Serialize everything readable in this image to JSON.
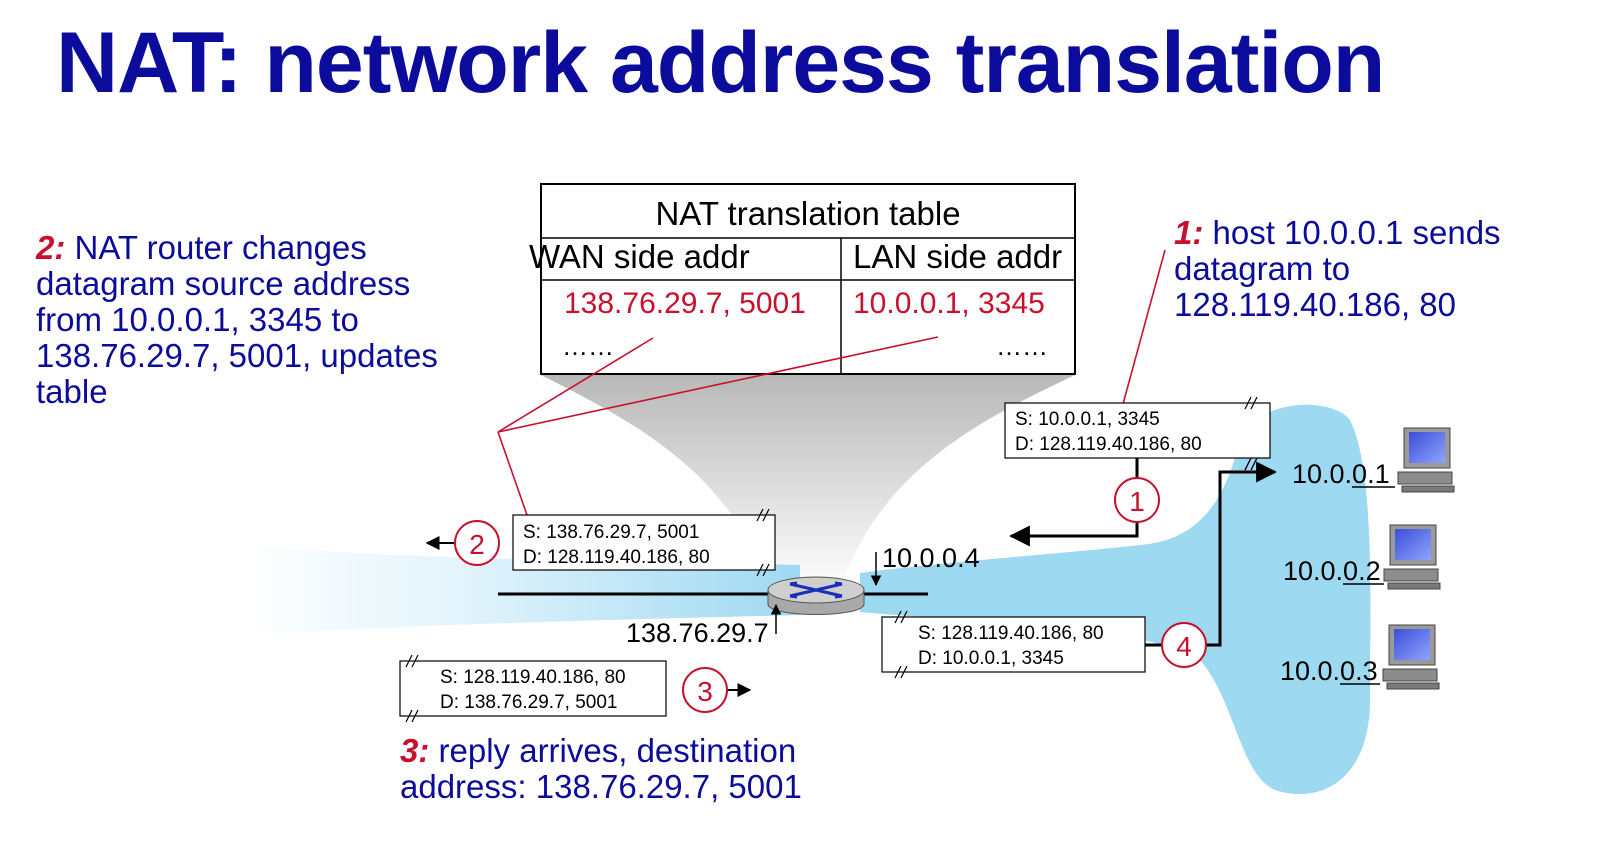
{
  "title": "NAT: network address translation",
  "colors": {
    "title": "#0b0b9c",
    "step_number": "#c8102e",
    "network_blue": "#9ed9f2",
    "table_red": "#c8102e"
  },
  "table": {
    "title": "NAT translation table",
    "headers": [
      "WAN side addr",
      "LAN side addr"
    ],
    "rows": [
      {
        "wan": "138.76.29.7, 5001",
        "lan": "10.0.0.1, 3345"
      },
      {
        "wan": "……",
        "lan": "……"
      }
    ]
  },
  "steps": {
    "one": {
      "num": "1:",
      "text": "host 10.0.0.1 sends datagram to 128.119.40.186, 80"
    },
    "two": {
      "num": "2:",
      "text": "NAT router changes datagram source address from 10.0.0.1, 3345 to 138.76.29.7, 5001, updates table"
    },
    "three": {
      "num": "3:",
      "text": "reply arrives, destination address: 138.76.29.7, 5001"
    }
  },
  "packets": {
    "p1": {
      "s": "S: 10.0.0.1, 3345",
      "d": "D: 128.119.40.186, 80",
      "label": "1"
    },
    "p2": {
      "s": "S: 138.76.29.7, 5001",
      "d": "D: 128.119.40.186, 80",
      "label": "2"
    },
    "p3": {
      "s": "S: 128.119.40.186, 80",
      "d": "D: 138.76.29.7, 5001",
      "label": "3"
    },
    "p4": {
      "s": "S: 128.119.40.186, 80",
      "d": "D: 10.0.0.1, 3345",
      "label": "4"
    }
  },
  "addresses": {
    "router_lan": "10.0.0.4",
    "router_wan": "138.76.29.7",
    "hosts": [
      "10.0.0.1",
      "10.0.0.2",
      "10.0.0.3"
    ]
  }
}
